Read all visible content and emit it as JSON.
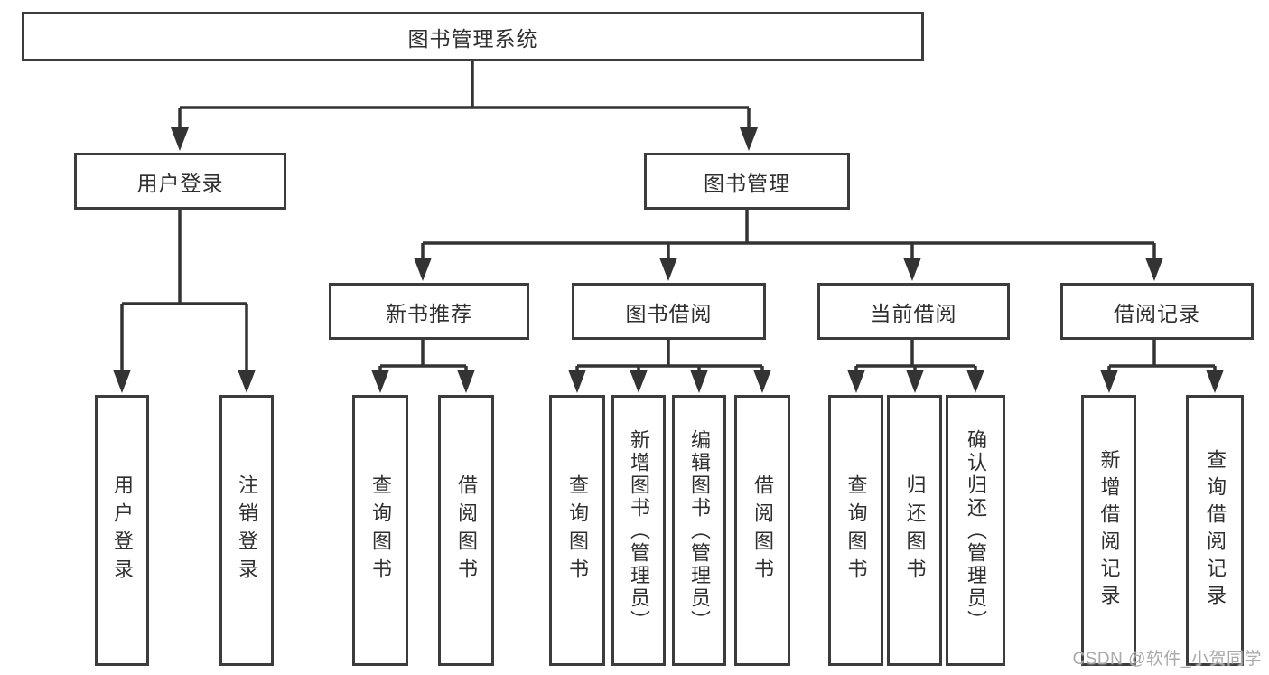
{
  "root": {
    "label": "图书管理系统"
  },
  "level1": [
    {
      "label": "用户登录"
    },
    {
      "label": "图书管理"
    }
  ],
  "level2": [
    {
      "label": "新书推荐"
    },
    {
      "label": "图书借阅"
    },
    {
      "label": "当前借阅"
    },
    {
      "label": "借阅记录"
    }
  ],
  "leaves": [
    {
      "label": "用户登录"
    },
    {
      "label": "注销登录"
    },
    {
      "label": "查询图书"
    },
    {
      "label": "借阅图书"
    },
    {
      "label": "查询图书"
    },
    {
      "label": "新增图书（管理员）"
    },
    {
      "label": "编辑图书（管理员）"
    },
    {
      "label": "借阅图书"
    },
    {
      "label": "查询图书"
    },
    {
      "label": "归还图书"
    },
    {
      "label": "确认归还（管理员）"
    },
    {
      "label": "新增借阅记录"
    },
    {
      "label": "查询借阅记录"
    }
  ],
  "watermark": "CSDN @软件_小贺同学",
  "colors": {
    "line": "#333333",
    "box_border": "#3c3c3c",
    "text": "#2f2f2f",
    "watermark": "#a9a9a9",
    "background": "#ffffff"
  }
}
